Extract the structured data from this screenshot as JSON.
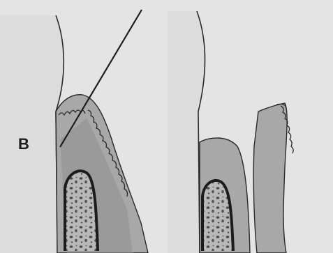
{
  "figure": {
    "panel_label": "B",
    "colors": {
      "background": "#e4e4e4",
      "tooth": "#cfcfcf",
      "gingiva": "#a3a3a3",
      "gingiva_dark": "#8e8e8e",
      "bone": "#b8b8b8",
      "marrow_spaces": "#4a4a4a",
      "outline": "#2a2a2a"
    },
    "elements": [
      "tooth-left",
      "gingiva-left",
      "incision-line",
      "alveolar-bone-left",
      "tooth-right",
      "gingival-flap-right",
      "alveolar-bone-right"
    ]
  }
}
